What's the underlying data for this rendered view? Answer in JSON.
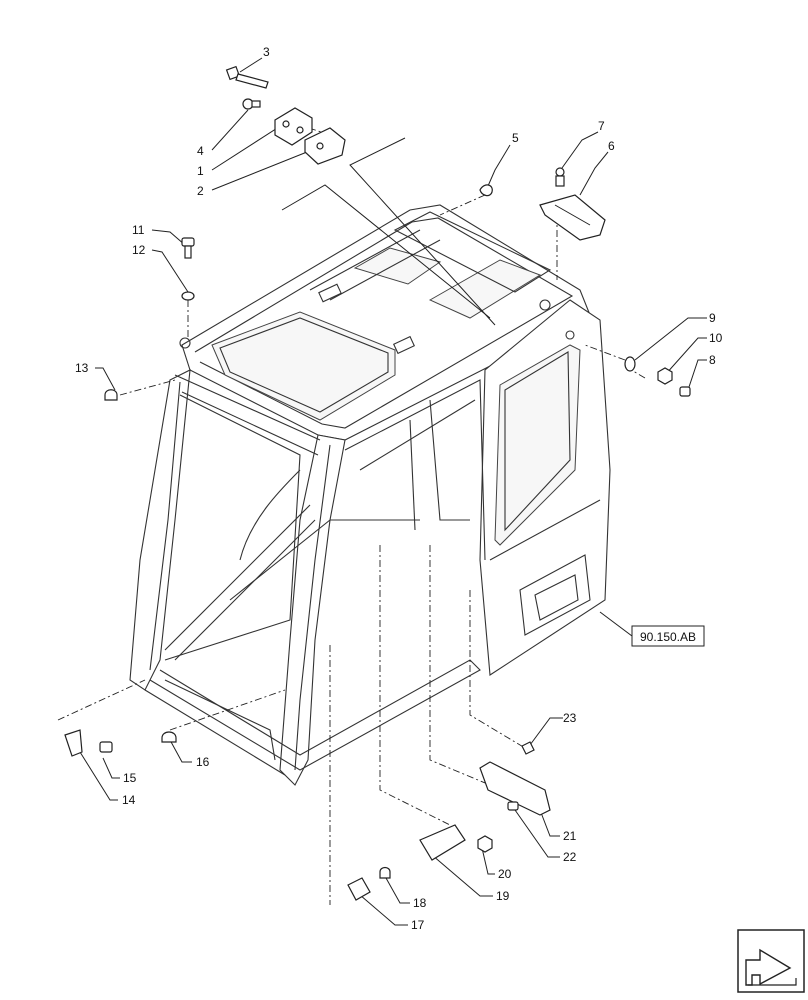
{
  "diagram": {
    "callouts": [
      "1",
      "2",
      "3",
      "4",
      "5",
      "6",
      "7",
      "8",
      "9",
      "10",
      "11",
      "12",
      "13",
      "14",
      "15",
      "16",
      "17",
      "18",
      "19",
      "20",
      "21",
      "22",
      "23"
    ],
    "reference": "90.150.AB",
    "nav_icon": "next-page-arrow-icon"
  }
}
